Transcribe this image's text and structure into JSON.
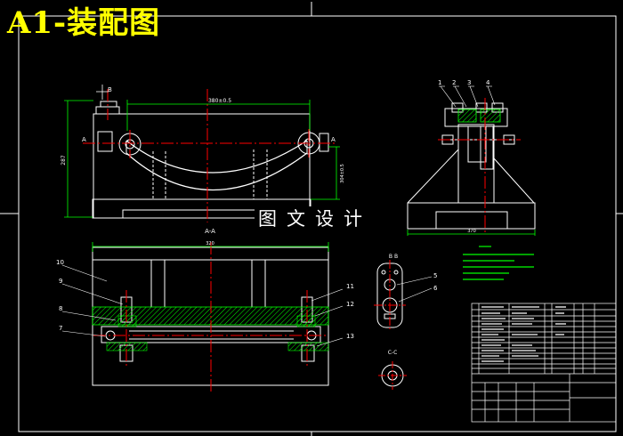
{
  "title": "A1-装配图",
  "watermark": "图文设计",
  "section_labels": {
    "aa": "A-A",
    "bb": "B B",
    "cc": "C-C",
    "a_left": "A",
    "a_right": "A",
    "b_top": "B"
  },
  "dimensions": {
    "top_width": "380±0.5",
    "top_height": "287",
    "top_right": "304±0.5",
    "section_width": "320",
    "side_width": "370"
  },
  "callouts": [
    "1",
    "2",
    "3",
    "4",
    "5",
    "6",
    "7",
    "8",
    "9",
    "10",
    "11",
    "12",
    "13"
  ],
  "colors": {
    "background": "#000000",
    "outline": "#ffffff",
    "centerline": "#ff0000",
    "dimension": "#00ff00",
    "hatch": "#00ff00",
    "title": "#ffff00",
    "border": "#ffffff"
  }
}
